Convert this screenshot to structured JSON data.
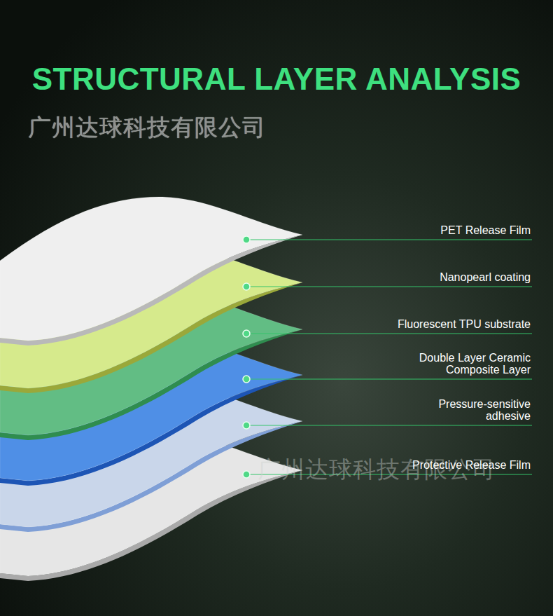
{
  "diagram": {
    "title": "STRUCTURAL LAYER ANALYSIS",
    "labels": [
      "广州达球科技有限公司",
      "PET Release Film",
      "Nanopearl coating",
      "Fluorescent TPU substrate",
      "Double Layer Ceramic Composite Layer",
      "Pressure-sensitive adhesive",
      "Protective Release Film",
      "广州达球科技有限公司"
    ]
  }
}
